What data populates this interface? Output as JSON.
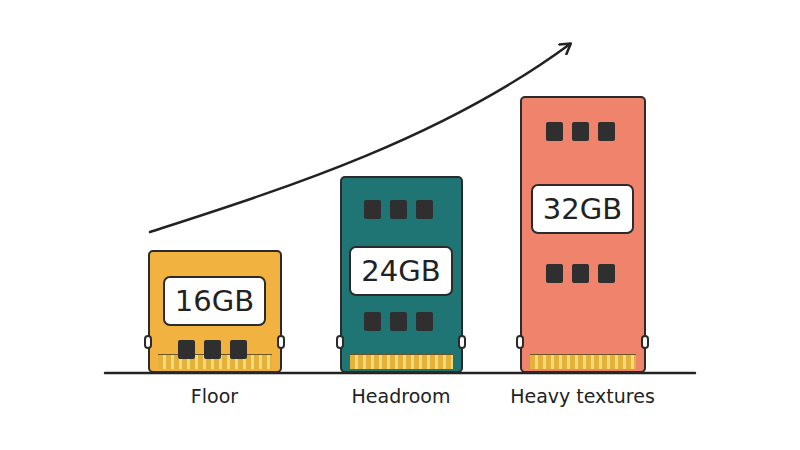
{
  "diagram": {
    "nodes": [
      {
        "text": [
          "16GB",
          "Floor"
        ]
      },
      {
        "text": [
          "24GB",
          "Headroom"
        ]
      },
      {
        "text": [
          "32GB",
          "Heavy textures"
        ]
      }
    ]
  }
}
